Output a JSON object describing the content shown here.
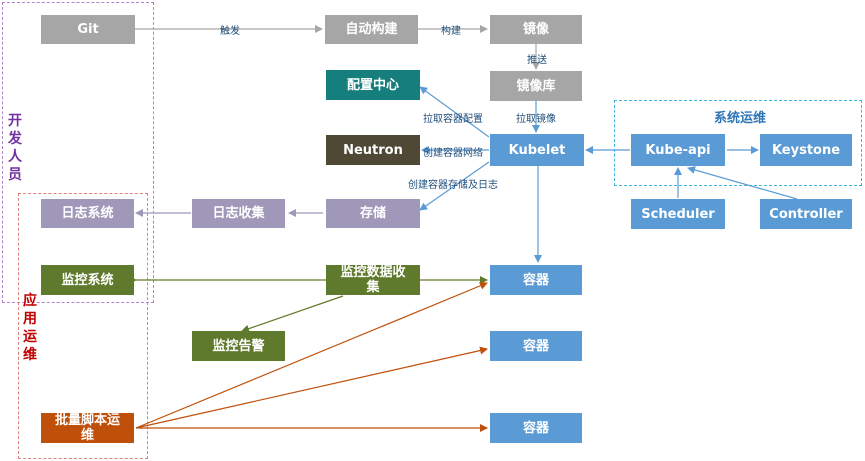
{
  "groups": {
    "developers": {
      "label": "开发人员",
      "color": "#7030a0"
    },
    "app_ops": {
      "label": "应用运维",
      "color": "#c00000"
    },
    "sys_ops": {
      "label": "系统运维",
      "color": "#2e75b6"
    }
  },
  "nodes": {
    "git": "Git",
    "auto_build": "自动构建",
    "image": "镜像",
    "registry": "镜像库",
    "config_center": "配置中心",
    "neutron": "Neutron",
    "kubelet": "Kubelet",
    "kube_api": "Kube-api",
    "keystone": "Keystone",
    "scheduler": "Scheduler",
    "controller": "Controller",
    "log_system": "日志系统",
    "log_collect": "日志收集",
    "storage": "存储",
    "monitor_system": "监控系统",
    "monitor_collect": "监控数据收集",
    "monitor_alert": "监控告警",
    "container1": "容器",
    "container2": "容器",
    "container3": "容器",
    "batch_script": "批量脚本运维"
  },
  "edges": {
    "trigger": "触发",
    "build": "构建",
    "push": "推送",
    "pull_config": "拉取容器配置",
    "pull_image": "拉取镜像",
    "create_network": "创建容器网络",
    "create_storage": "创建容器存储及日志"
  },
  "colors": {
    "gray": "#a6a6a6",
    "teal": "#177e7e",
    "brown": "#4f4834",
    "blue": "#5b9bd5",
    "purple": "#9f98b9",
    "green": "#5f7a2c",
    "orange": "#c04f0a",
    "arrow_gray": "#a6a6a6",
    "arrow_blue": "#5b9bd5"
  }
}
